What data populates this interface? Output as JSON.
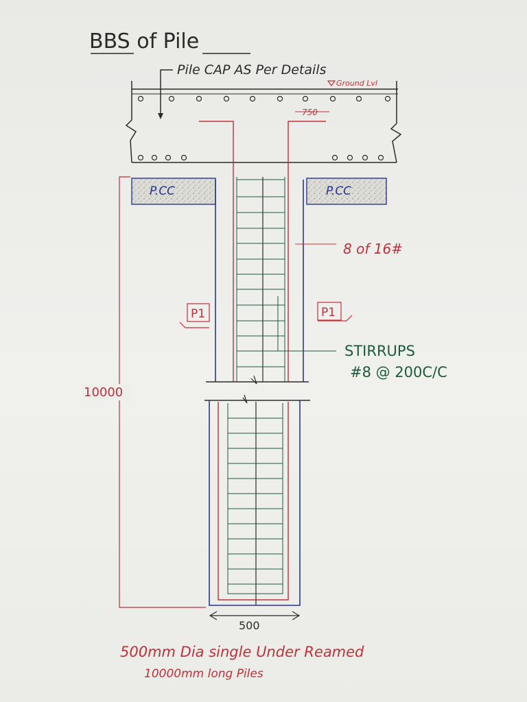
{
  "title": "BBS of Pile",
  "pile_cap_label": "Pile CAP AS Per Details",
  "ground_level": "Ground Lvl",
  "dim_750": "750",
  "pcc_left": "P.CC",
  "pcc_right": "P.CC",
  "main_bar_label": "8 of 16#",
  "section_left": "P1",
  "section_right": "P1",
  "stirrups_label": "STIRRUPS",
  "stirrups_spec": "#8 @ 200C/C",
  "dim_length": "10000",
  "dim_dia": "500",
  "caption_line1": "500mm Dia single Under Reamed",
  "caption_line2": "10000mm long Piles",
  "colors": {
    "black": "#2a2a2a",
    "red": "#c0303a",
    "blue": "#2a3590",
    "green": "#1e5a3a",
    "pcc_fill": "#d9d9d4"
  }
}
